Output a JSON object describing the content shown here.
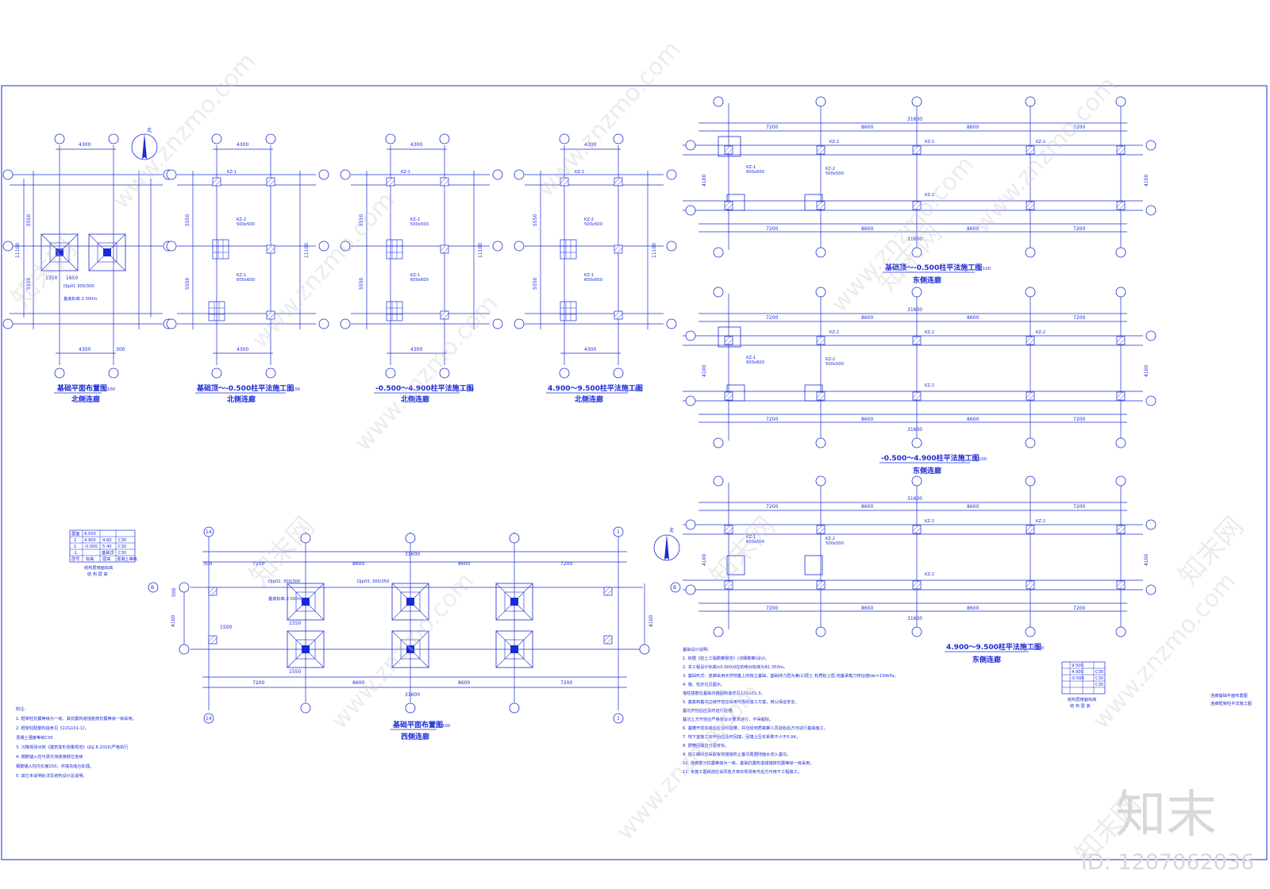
{
  "drawings": {
    "north_foundation": {
      "title": "基础平面布置图",
      "scale": "1:100",
      "subtitle": "北侧连廊"
    },
    "north_col_1": {
      "title": "基础顶～-0.500柱平法施工图",
      "scale": "1:100",
      "subtitle": "北侧连廊"
    },
    "north_col_2": {
      "title": "-0.500～4.900柱平法施工图",
      "scale": "1:100",
      "subtitle": "北侧连廊"
    },
    "north_col_3": {
      "title": "4.900～9.500柱平法施工图",
      "scale": "1:100",
      "subtitle": "北侧连廊"
    },
    "east_col_1": {
      "title": "基础顶～-0.500柱平法施工图",
      "scale": "1:100",
      "subtitle": "东侧连廊"
    },
    "east_col_2": {
      "title": "-0.500～4.900柱平法施工图",
      "scale": "1:100",
      "subtitle": "东侧连廊"
    },
    "east_col_3": {
      "title": "4.900～9.500柱平法施工图",
      "scale": "1:100",
      "subtitle": "东侧连廊"
    },
    "west_foundation": {
      "title": "基础平面布置图",
      "scale": "1:100",
      "subtitle": "西侧连廊"
    }
  },
  "dims": {
    "d4300": "4300",
    "d300": "300",
    "d5550": "5550",
    "d11100": "11100",
    "d7200": "7200",
    "d8600": "8600",
    "d31600": "31600",
    "d4100": "4100",
    "d500": "500",
    "d1500": "1500",
    "d1550": "1550",
    "d1650": "1650",
    "d1350": "1350"
  },
  "tags": {
    "kz1": "KZ-1",
    "kz2": "KZ-2",
    "kz1_spec": "600x600",
    "kz2_spec": "500x500",
    "dj01": "DJp01 300/300",
    "dj02": "DJp02, 300/300",
    "dj03": "DJp03, 300/350",
    "base_elev": "基底标高-2.500m"
  },
  "axis_labels": {
    "a14": "14",
    "a1": "1",
    "aB": "B",
    "north": "北"
  },
  "level_table": {
    "rows": [
      [
        "屋面",
        "9.500",
        "",
        ""
      ],
      [
        "2",
        "4.900",
        "4.60",
        "C30"
      ],
      [
        "1",
        "-0.500",
        "5.40",
        "C30"
      ],
      [
        "-1",
        "",
        "基础顶",
        "C30"
      ],
      [
        "层号",
        "标高",
        "层高",
        "混凝土等级"
      ]
    ],
    "caption1": "结构层楼面标高",
    "caption2": "结 构 层 高"
  },
  "notes_left": {
    "heading": "附注:",
    "lines": [
      "1. 框架柱抗震等级为一级，其抗震构造措施按抗震等级一级采用。",
      "2. 框架柱配筋构造参见《22G101-1》。",
      "   混凝土强度等级C30",
      "3. 沉降观测点按《建筑变形测量规范》(JGJ 8-2016)严格执行",
      "4. 钢筋锚入柱与梁光滑连接部位连续",
      "   钢筋锚入柱内长度250，并填充缝合处理。",
      "5. 其它未说明处详见结构设计总说明。"
    ]
  },
  "notes_right": {
    "heading": "基础设计说明:",
    "lines": [
      "1. 依据《岩土工程勘察报告》(详细勘察)设计。",
      "2. 本工程设计标高±0.000对应的绝对标高为81.350m。",
      "3. 基础形式：连廊采用天然地基上的独立基础，基础持力层为第(2)层土 粉质粘土层,地基承载力特征值fak=130kPa。",
      "4. 墙、柱定位见图示。",
      "   墙柱插筋在基础内锚固构造详见22G101-3。",
      "5. 基底和基坑边坡开挖应采用可靠的施工方案，用以保证安全。",
      "   基坑开挖后应及时进行验槽。",
      "   基坑土方开挖应严格按设计要求进行，不得超挖。",
      "6. 基槽开挖完成后应及时验槽，并应经地质勘察人员验收后方可进行基础施工。",
      "7. 地下室施工完毕后应及时回填，回填土压实系数不小于0.94。",
      "8. 肥槽回填应分层夯实。",
      "9. 施工期间应采取有效措施防止基坑周围地面水流入基坑。",
      "10. 连廊部分抗震等级为一级，基础抗震构造措施按抗震等级一级采用。",
      "11. 未施工图纸前应会同各方核实现场条件后方可用于工程施工。"
    ]
  },
  "sheet_title": {
    "line1": "连廊基础平面布置图",
    "line2": "连廊框架柱平法施工图"
  },
  "watermark": {
    "site": "www.znzmo.com",
    "brand": "知末",
    "brand_cn": "知末网",
    "id": "ID: 1207062036"
  }
}
